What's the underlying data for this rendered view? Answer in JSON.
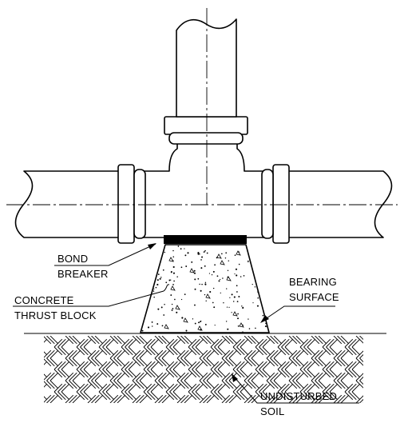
{
  "labels": {
    "bond_breaker": [
      "BOND",
      "BREAKER"
    ],
    "concrete_thrust_block": [
      "CONCRETE",
      "THRUST BLOCK"
    ],
    "bearing_surface": [
      "BEARING",
      "SURFACE"
    ],
    "undisturbed_soil": [
      "UNDISTURBED",
      "SOIL"
    ]
  },
  "colors": {
    "line": "#000000",
    "background": "#ffffff"
  }
}
